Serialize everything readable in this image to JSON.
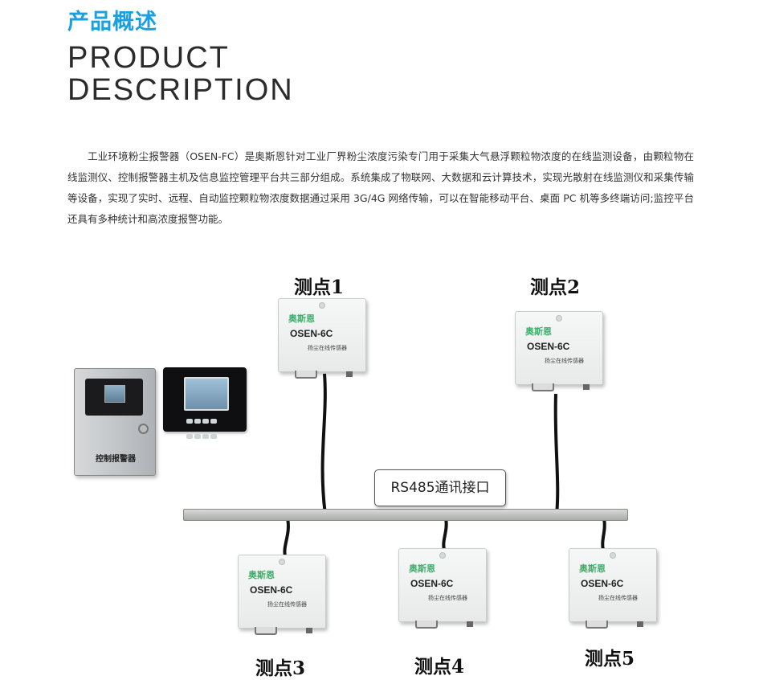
{
  "header": {
    "title_cn": "产品概述",
    "title_en_line1": "PRODUCT",
    "title_en_line2": "DESCRIPTION"
  },
  "intro": "工业环境粉尘报警器（OSEN-FC）是奥斯恩针对工业厂界粉尘浓度污染专门用于采集大气悬浮颗粒物浓度的在线监测设备，由颗粒物在线监测仪、控制报警器主机及信息监控管理平台共三部分组成。系统集成了物联网、大数据和云计算技术，实现光散射在线监测仪和采集传输等设备，实现了实时、远程、自动监控颗粒物浓度数据通过采用 3G/4G 网络传输，可以在智能移动平台、桌面 PC 机等多终端访问;监控平台还具有多种统计和高浓度报警功能。",
  "diagram": {
    "controller_label": "控制报警器",
    "bus_label": "RS485通讯接口",
    "sensor": {
      "brand": "奥斯恩",
      "model": "OSEN-6C",
      "desc": "扬尘在线传感器"
    },
    "points": {
      "p1": "测点1",
      "p2": "测点2",
      "p3": "测点3",
      "p4": "测点4",
      "p5": "测点5"
    }
  },
  "colors": {
    "title_accent": "#1aa0e0",
    "brand_green": "#3fae6a"
  }
}
